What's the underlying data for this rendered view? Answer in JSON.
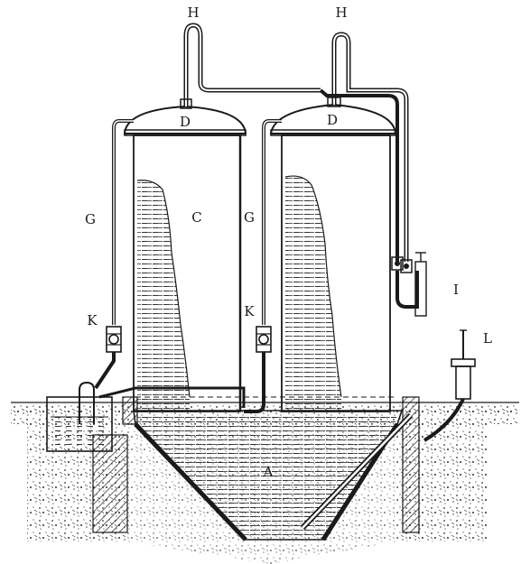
{
  "figure": {
    "labels": {
      "H_left": "H",
      "H_right": "H",
      "D_left": "D",
      "D_right": "D",
      "C": "C",
      "G_left": "G",
      "G_right": "G",
      "K_left": "K",
      "K_right": "K",
      "I": "I",
      "L": "L",
      "A": "A"
    }
  },
  "colors": {
    "ink": "#1a1a1a",
    "paper": "#ffffff"
  }
}
